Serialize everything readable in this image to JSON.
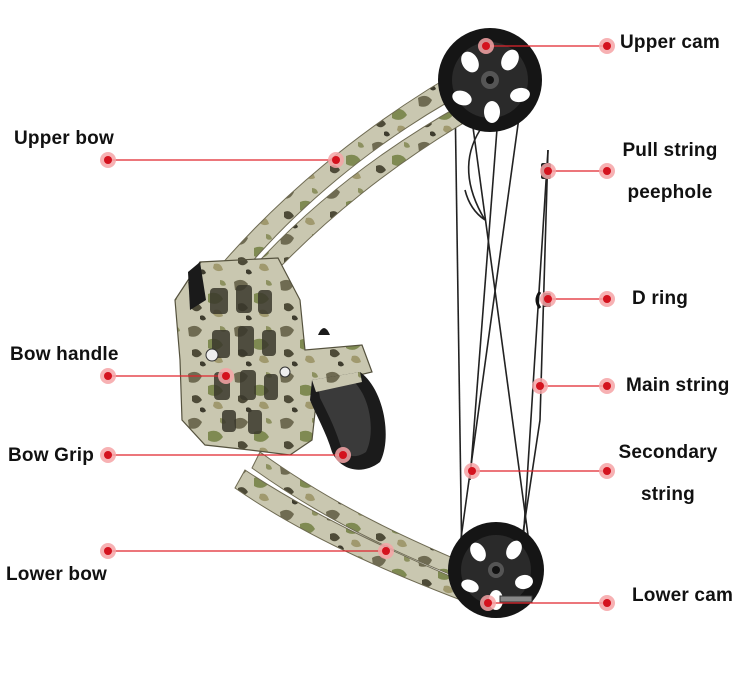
{
  "labels": {
    "upper_cam": "Upper cam",
    "upper_bow": "Upper bow",
    "pull_string_line1": "Pull string",
    "pull_string_line2": "peephole",
    "d_ring": "D ring",
    "bow_handle": "Bow handle",
    "main_string": "Main string",
    "bow_grip": "Bow Grip",
    "secondary_string_line1": "Secondary",
    "secondary_string_line2": "string",
    "lower_bow": "Lower bow",
    "lower_cam": "Lower cam"
  },
  "colors": {
    "leader_line": "#e0242c",
    "marker_halo": "#f6a3a6",
    "marker_core": "#d4121e",
    "camo_base": "#c9c7b0",
    "camo_dark": "#5d5a44",
    "camo_green": "#7f8a52",
    "cam_black": "#151515",
    "string": "#222222"
  }
}
